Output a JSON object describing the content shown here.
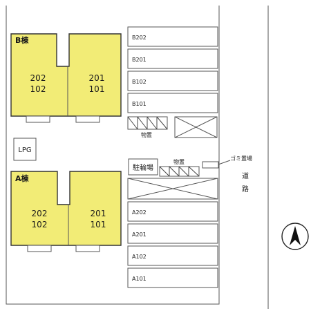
{
  "colors": {
    "building": "#f2ec76",
    "outline": "#333333",
    "lot_line": "#555555"
  },
  "buildings": {
    "b": {
      "label": "B棟",
      "unit_left": [
        "202",
        "102"
      ],
      "unit_right": [
        "201",
        "101"
      ]
    },
    "a": {
      "label": "A棟",
      "unit_left": [
        "202",
        "102"
      ],
      "unit_right": [
        "201",
        "101"
      ]
    }
  },
  "parking_b": [
    "B202",
    "B201",
    "B102",
    "B101"
  ],
  "parking_a": [
    "A202",
    "A201",
    "A102",
    "A101"
  ],
  "labels": {
    "lpg": "LPG",
    "storage_upper": "物置",
    "storage_lower": "物置",
    "bicycle": "駐輪場",
    "garbage": "ゴミ置場",
    "road_1": "道",
    "road_2": "路"
  },
  "icons": {
    "north": "north-arrow-icon"
  }
}
